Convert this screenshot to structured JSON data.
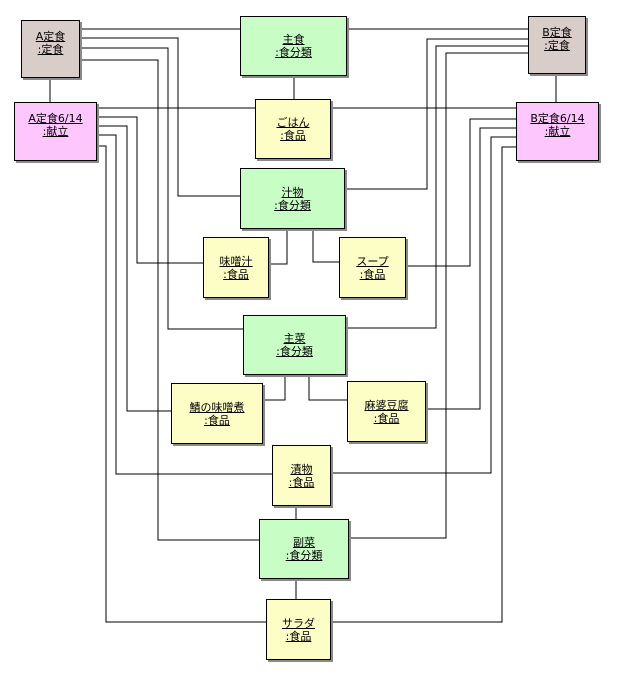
{
  "objects": {
    "a_set": {
      "name": "A定食",
      "cls": ":定食"
    },
    "b_set": {
      "name": "B定食",
      "cls": ":定食"
    },
    "a_menu": {
      "name": "A定食6/14",
      "cls": ":献立"
    },
    "b_menu": {
      "name": "B定食6/14",
      "cls": ":献立"
    },
    "shushoku": {
      "name": "主食",
      "cls": ":食分類"
    },
    "gohan": {
      "name": "ごはん",
      "cls": ":食品"
    },
    "shirumono": {
      "name": "汁物",
      "cls": ":食分類"
    },
    "misoshiru": {
      "name": "味噌汁",
      "cls": ":食品"
    },
    "soup": {
      "name": "スープ",
      "cls": ":食品"
    },
    "shusai": {
      "name": "主菜",
      "cls": ":食分類"
    },
    "saba": {
      "name": "鯖の味噌煮",
      "cls": ":食品"
    },
    "mabo": {
      "name": "麻婆豆腐",
      "cls": ":食品"
    },
    "tsukemono": {
      "name": "漬物",
      "cls": ":食品"
    },
    "fukusai": {
      "name": "副菜",
      "cls": ":食分類"
    },
    "salad": {
      "name": "サラダ",
      "cls": ":食品"
    }
  }
}
